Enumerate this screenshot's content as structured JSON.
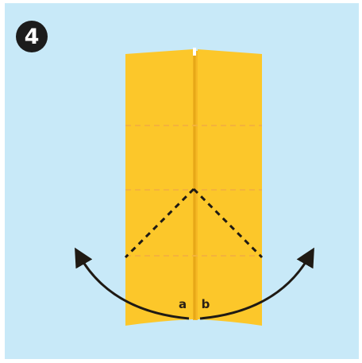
{
  "step": {
    "number": "4"
  },
  "labels": {
    "left": "a",
    "right": "b"
  },
  "colors": {
    "background": "#c8e9f8",
    "paper": "#fcc72a",
    "paper_shade": "#f6b824",
    "center_crease": "#e7a817",
    "fold_guides": "#f4b33c",
    "fold_lines": "#1f1a14",
    "arrows": "#1f1a14"
  }
}
